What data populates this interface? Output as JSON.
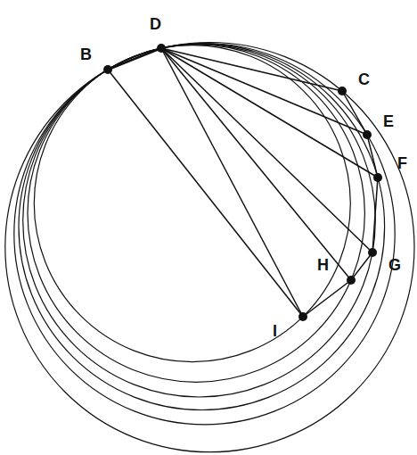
{
  "diagram": {
    "labels": [
      "D",
      "B",
      "C",
      "E",
      "F",
      "G",
      "H",
      "I"
    ]
  }
}
